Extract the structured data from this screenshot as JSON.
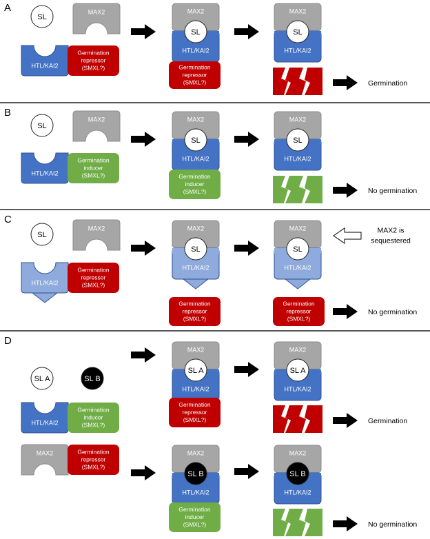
{
  "colors": {
    "grey": "#a6a6a6",
    "grey_stroke": "#8c8c8c",
    "blue": "#4472c4",
    "blue_stroke": "#2f528f",
    "lightblue": "#8faadc",
    "red": "#c00000",
    "green": "#70ad47",
    "black": "#000000"
  },
  "panels": {
    "A": {
      "letter": "A",
      "ligand": "SL",
      "receptor": "HTL/KAI2",
      "max2": "MAX2",
      "repressor": [
        "Germination",
        "repressor",
        "(SMXL?)"
      ],
      "outcome": "Germination"
    },
    "B": {
      "letter": "B",
      "ligand": "SL",
      "receptor": "HTL/KAI2",
      "max2": "MAX2",
      "inducer": [
        "Germination",
        "inducer",
        "(SMXL?)"
      ],
      "outcome": "No germination"
    },
    "C": {
      "letter": "C",
      "ligand": "SL",
      "receptor": "HTL/KAI2",
      "max2": "MAX2",
      "repressor": [
        "Germination",
        "repressor",
        "(SMXL?)"
      ],
      "note": [
        "MAX2 is",
        "sequestered"
      ],
      "outcome": "No germination"
    },
    "D": {
      "letter": "D",
      "ligand_a": "SL A",
      "ligand_b": "SL B",
      "receptor": "HTL/KAI2",
      "max2": "MAX2",
      "inducer": [
        "Germination",
        "inducer",
        "(SMXL?)"
      ],
      "repressor": [
        "Germination",
        "repressor",
        "(SMXL?)"
      ],
      "outcome_top": "Germination",
      "outcome_bottom": "No germination"
    }
  }
}
